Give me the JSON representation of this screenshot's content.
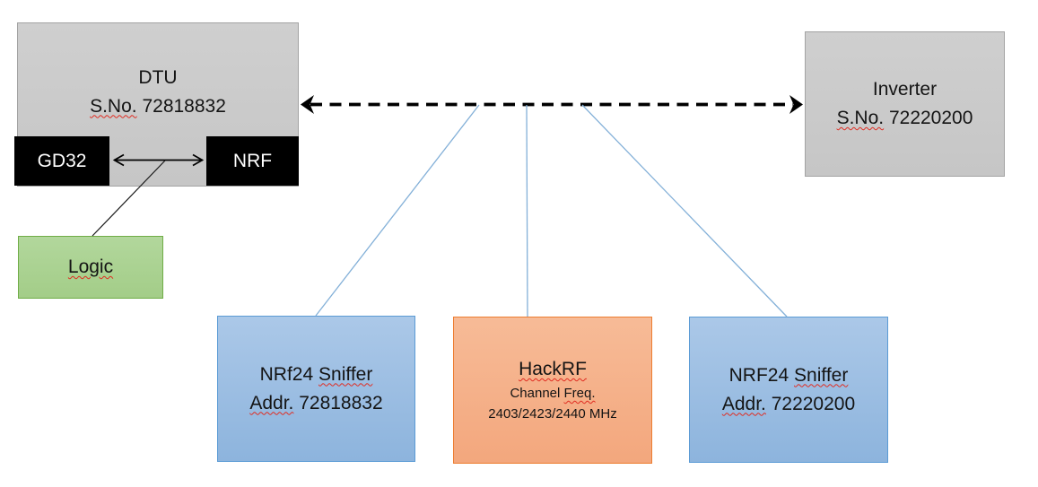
{
  "diagram": {
    "dtu": {
      "title": "DTU",
      "serial_label": "S.No.",
      "serial_number": "72818832",
      "chips": {
        "left": "GD32",
        "right": "NRF"
      }
    },
    "logic": {
      "label": "Logic"
    },
    "inverter": {
      "title": "Inverter",
      "serial_label": "S.No.",
      "serial_number": "72220200"
    },
    "sniffer_left": {
      "name_prefix": "NRf24",
      "name_emph": "Sniffer",
      "addr_label": "Addr.",
      "addr_number": "72818832"
    },
    "hackrf": {
      "title": "HackRF",
      "subtitle_prefix": "Channel",
      "subtitle_emph": "Freq.",
      "frequencies": "2403/2423/2440 MHz"
    },
    "sniffer_right": {
      "name_prefix": "NRF24",
      "name_emph": "Sniffer",
      "addr_label": "Addr.",
      "addr_number": "72220200"
    }
  },
  "colors": {
    "gray_fill": "#c9c9c9",
    "gray_border": "#a3a3a3",
    "black_chip": "#000000",
    "green_fill": "#a9d18e",
    "green_border": "#70ad47",
    "blue_fill": "#9dc3e6",
    "blue_border": "#5b9bd5",
    "orange_fill": "#f4b183",
    "orange_border": "#ed7d31",
    "connector_line": "#83b0d8",
    "arrow_black": "#000000",
    "spellcheck_underline": "#e02b20"
  }
}
